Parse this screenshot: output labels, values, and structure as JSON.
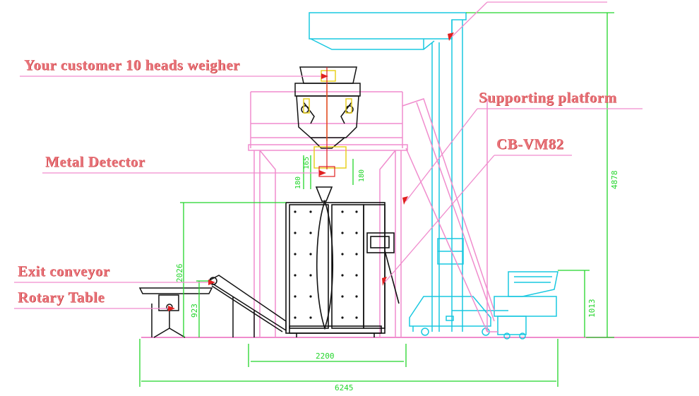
{
  "colors": {
    "callout_text": "#e8737a",
    "callout_shadow": "#c02020",
    "cyan": "#19c8e0",
    "pink": "#f08ccd",
    "green": "#22d52a",
    "black": "#111111",
    "yellow": "#e8d020",
    "red": "#e02020"
  },
  "callouts": {
    "weigher": "Your customer 10 heads weigher",
    "platform": "Supporting platform",
    "model": "CB-VM82",
    "metal_detector": "Metal Detector",
    "exit_conveyor": "Exit conveyor",
    "rotary_table": "Rotary Table"
  },
  "dimensions": {
    "total_height": "4878",
    "machine_height": "2026",
    "conveyor_height": "923",
    "hopper_height": "1013",
    "detector_height": "180",
    "detector_offset": "165",
    "detector_width": "180",
    "platform_width": "2200",
    "overall_width": "6245"
  }
}
